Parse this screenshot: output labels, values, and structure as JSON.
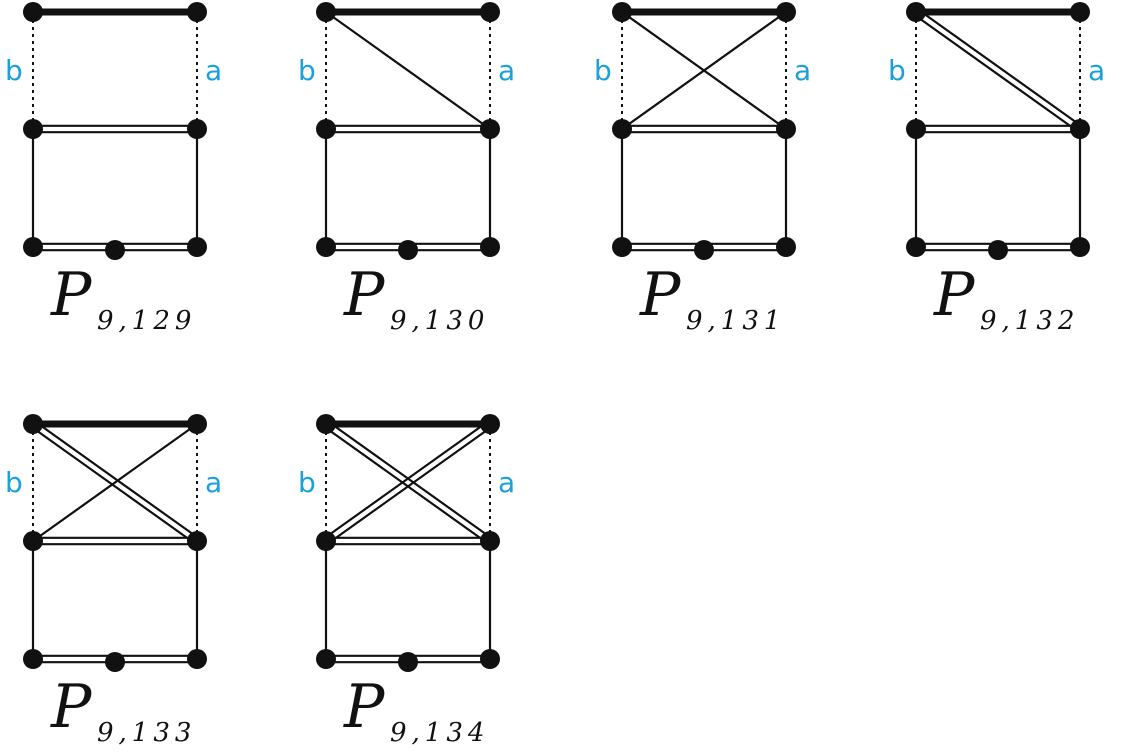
{
  "figure": {
    "label_b": "b",
    "label_a": "a",
    "label_color": "#1aa0db",
    "edge_color": "#111111"
  },
  "graphs": [
    {
      "name": "P",
      "subscript": "9,129",
      "crossings": []
    },
    {
      "name": "P",
      "subscript": "9,130",
      "crossings": [
        {
          "from": "top-left",
          "to": "mid-right",
          "style": "single"
        }
      ]
    },
    {
      "name": "P",
      "subscript": "9,131",
      "crossings": [
        {
          "from": "top-left",
          "to": "mid-right",
          "style": "single"
        },
        {
          "from": "top-right",
          "to": "mid-left",
          "style": "single"
        }
      ]
    },
    {
      "name": "P",
      "subscript": "9,132",
      "crossings": [
        {
          "from": "top-left",
          "to": "mid-right",
          "style": "double"
        }
      ]
    },
    {
      "name": "P",
      "subscript": "9,133",
      "crossings": [
        {
          "from": "top-left",
          "to": "mid-right",
          "style": "double"
        },
        {
          "from": "top-right",
          "to": "mid-left",
          "style": "single"
        }
      ]
    },
    {
      "name": "P",
      "subscript": "9,134",
      "crossings": [
        {
          "from": "top-left",
          "to": "mid-right",
          "style": "double"
        },
        {
          "from": "top-right",
          "to": "mid-left",
          "style": "double"
        }
      ]
    }
  ]
}
